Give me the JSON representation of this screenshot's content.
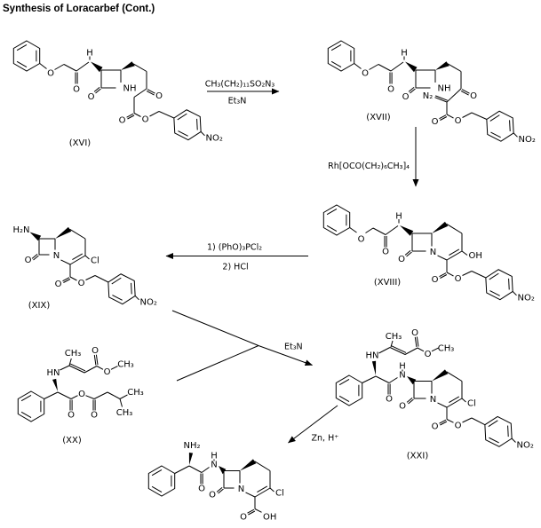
{
  "title": "Synthesis of Loracarbef (Cont.)",
  "atoms": {
    "O": "O",
    "H": "H",
    "N": "N",
    "NH": "NH",
    "HN": "HN",
    "OH": "OH",
    "Cl": "Cl",
    "NO2": "NO₂",
    "N2": "N₂",
    "CH3": "CH₃",
    "H2N": "H₂N",
    "NH2": "NH₂"
  },
  "compounds": {
    "xvi": {
      "label": "(XVI)"
    },
    "xvii": {
      "label": "(XVII)"
    },
    "xviii": {
      "label": "(XVIII)"
    },
    "xix": {
      "label": "(XIX)"
    },
    "xx": {
      "label": "(XX)"
    },
    "xxi": {
      "label": "(XXI)"
    }
  },
  "reactions": {
    "step1": {
      "reagent_above": "CH₃(CH₂)₁₁SO₂N₃",
      "reagent_below": "Et₃N"
    },
    "step2": {
      "reagent": "Rh[OCO(CH₂)₆CH₃]₄"
    },
    "step3": {
      "line1": "1) (PhO)₃PCl₂",
      "line2": "2) HCl"
    },
    "step4": {
      "reagent": "Et₃N"
    },
    "step5": {
      "reagent": "Zn, H⁺"
    }
  }
}
